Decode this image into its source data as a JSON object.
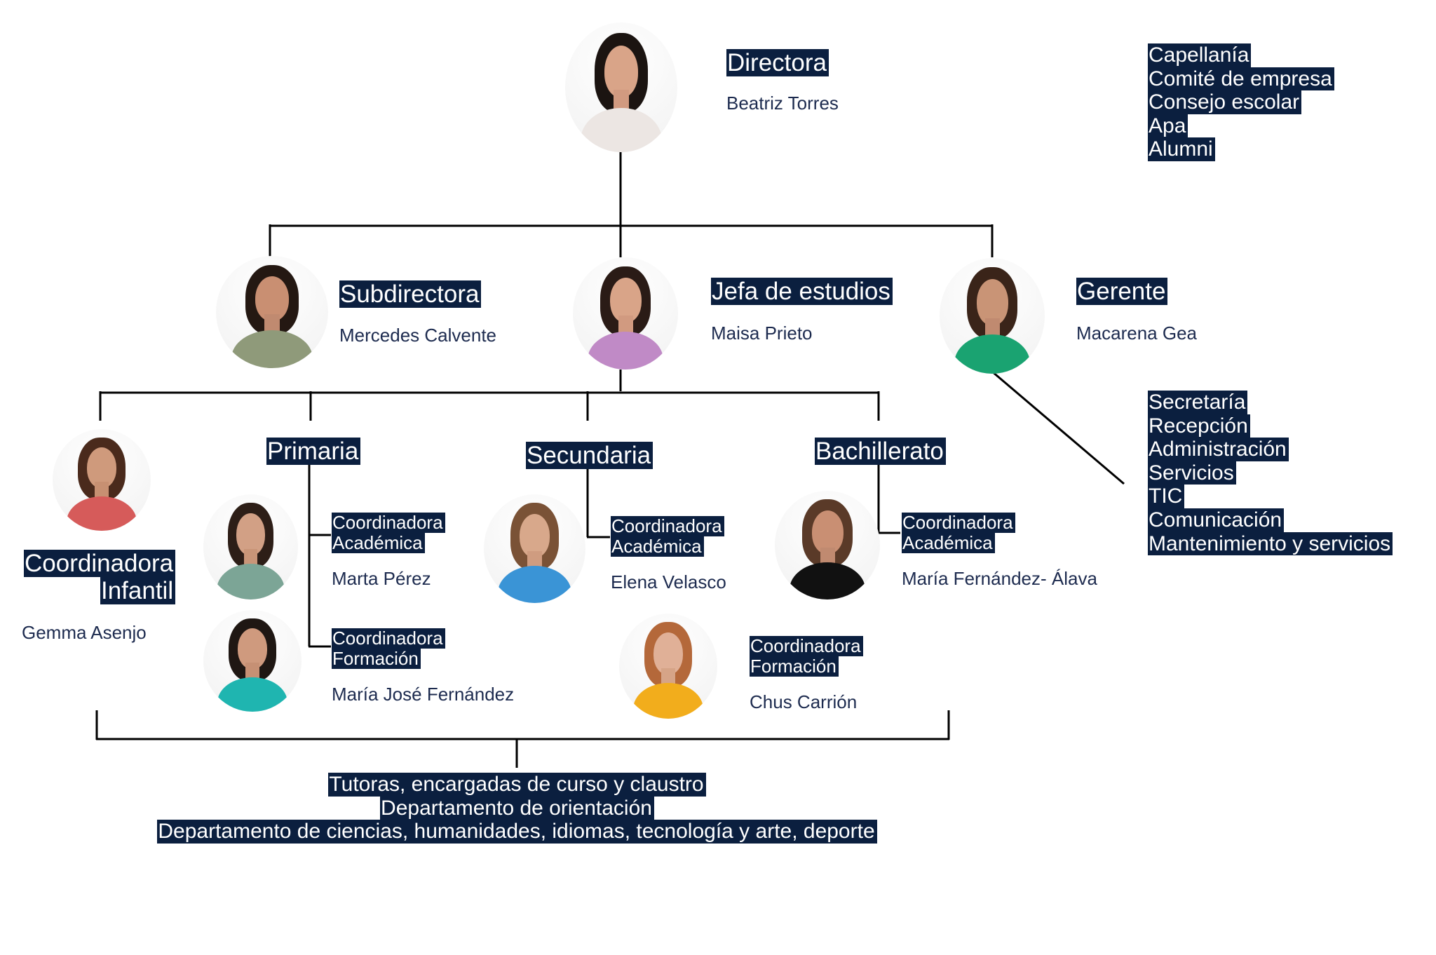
{
  "director": {
    "title": "Directora",
    "name": "Beatriz Torres"
  },
  "director_units": [
    "Capellanía",
    "Comité de empresa",
    "Consejo escolar",
    "Apa",
    "Alumni"
  ],
  "subdirectora": {
    "title": "Subdirectora",
    "name": "Mercedes Calvente"
  },
  "jefa_estudios": {
    "title": "Jefa de estudios",
    "name": "Maisa Prieto"
  },
  "gerente": {
    "title": "Gerente",
    "name": "Macarena Gea"
  },
  "gerente_units": [
    "Secretaría",
    "Recepción",
    "Administración",
    "Servicios",
    "TIC",
    "Comunicación",
    "Mantenimiento y servicios"
  ],
  "infantil": {
    "title_line1": "Coordinadora",
    "title_line2": "Infantil",
    "name": "Gemma Asenjo"
  },
  "primaria": {
    "title": "Primaria",
    "academica": {
      "line1": "Coordinadora",
      "line2": "Académica",
      "name": "Marta Pérez"
    },
    "formacion": {
      "line1": "Coordinadora",
      "line2": "Formación",
      "name": "María José Fernández"
    }
  },
  "secundaria": {
    "title": "Secundaria",
    "academica": {
      "line1": "Coordinadora",
      "line2": "Académica",
      "name": "Elena Velasco"
    },
    "formacion": {
      "line1": "Coordinadora",
      "line2": "Formación",
      "name": "Chus Carrión"
    }
  },
  "bachillerato": {
    "title": "Bachillerato",
    "academica": {
      "line1": "Coordinadora",
      "line2": "Académica",
      "name": "María Fernández- Álava"
    }
  },
  "bottom_units": [
    "Tutoras, encargadas de curso y claustro",
    "Departamento de orientación",
    "Departamento de ciencias, humanidades, idiomas, tecnología y arte, deporte"
  ],
  "colors": {
    "label_background": "#0b1f3f",
    "label_text": "#ffffff",
    "name_text": "#1d2b4f",
    "connector": "#000000"
  }
}
